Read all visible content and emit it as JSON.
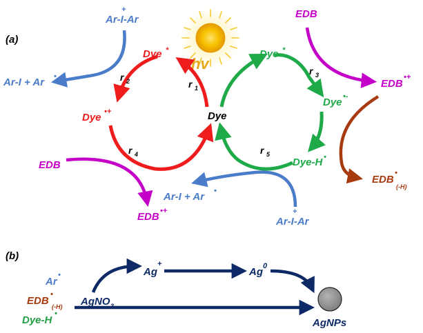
{
  "panel_a": {
    "tag": "(a)",
    "hv": "hv",
    "dye_center": "Dye",
    "dye_star_left": "Dye",
    "dye_star_left_sup": "*",
    "dye_cation": "Dye",
    "dye_cation_sup": "•+",
    "dye_star_right": "Dye",
    "dye_star_right_sup": "*",
    "dye_anion": "Dye",
    "dye_anion_sup": "•-",
    "dye_h": "Dye-H",
    "dye_h_sup": "•",
    "r1": "r",
    "r1_sub": "1",
    "r2": "r",
    "r2_sub": "2",
    "r3": "r",
    "r3_sub": "3",
    "r4": "r",
    "r4_sub": "4",
    "r5": "r",
    "r5_sub": "5",
    "iodonium_top": "Ar-I-Ar",
    "iodonium_top_plus": "+",
    "products_left": "Ar-I + Ar",
    "products_left_sup": "•",
    "edb_top": "EDB",
    "edb_cation_right": "EDB",
    "edb_cation_right_sup": "•+",
    "edb_radical": "EDB",
    "edb_radical_sup": "•",
    "edb_radical_sub": "(-H)",
    "edb_bottom_left": "EDB",
    "edb_cation_bottom": "EDB",
    "edb_cation_bottom_sup": "•+",
    "products_bottom": "Ar-I + Ar",
    "products_bottom_sup": "•",
    "iodonium_bottom": "Ar-I-Ar",
    "iodonium_bottom_plus": "+"
  },
  "panel_b": {
    "tag": "(b)",
    "ar_radical": "Ar",
    "ar_radical_sup": "•",
    "edb_radical": "EDB",
    "edb_radical_sup": "•",
    "edb_radical_sub": "(-H)",
    "dye_h": "Dye-H",
    "dye_h_sup": "•",
    "agno3": "AgNO",
    "agno3_sub": "3",
    "ag_plus": "Ag",
    "ag_plus_sup": "+",
    "ag_zero": "Ag",
    "ag_zero_sup": "0",
    "agnps": "AgNPs"
  },
  "colors": {
    "red_cycle": "#ee1c1c",
    "green_cycle": "#1faa4a",
    "iodonium_blue": "#4a7cc9",
    "edb_magenta": "#c400c8",
    "edb_radical_brown": "#a83a10",
    "dye_h_green": "#22a045",
    "navy": "#0d2a66",
    "sun_core": "#f5b800",
    "hv_gold": "#e6a817",
    "nanoparticle": "#8c8c8c"
  }
}
